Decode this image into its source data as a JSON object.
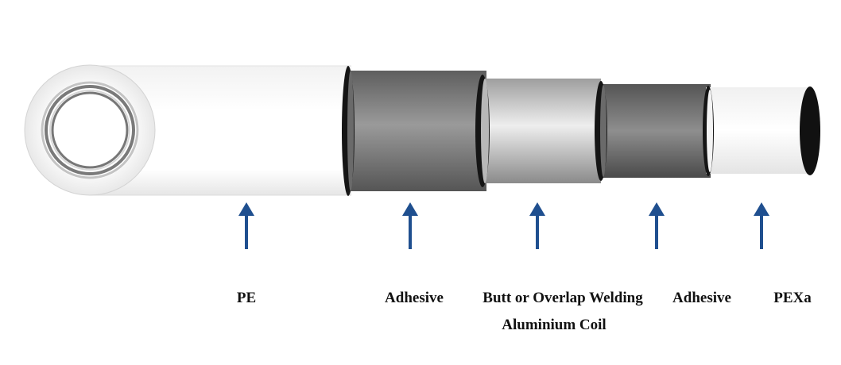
{
  "labels": {
    "pe": "PE",
    "adhesive_outer": "Adhesive",
    "butt_welding": "Butt or Overlap Welding",
    "aluminium_coil": "Aluminium Coil",
    "adhesive_inner": "Adhesive",
    "pexa": "PEXa"
  },
  "colors": {
    "arrow": "#1f4f8f",
    "pe_layer": "#ffffff",
    "adhesive_layer": "#6f6f6f",
    "aluminium_layer": "#c8c8c8",
    "pexa_end": "#111111"
  },
  "icons": {
    "pointer": "up-arrow-icon"
  }
}
